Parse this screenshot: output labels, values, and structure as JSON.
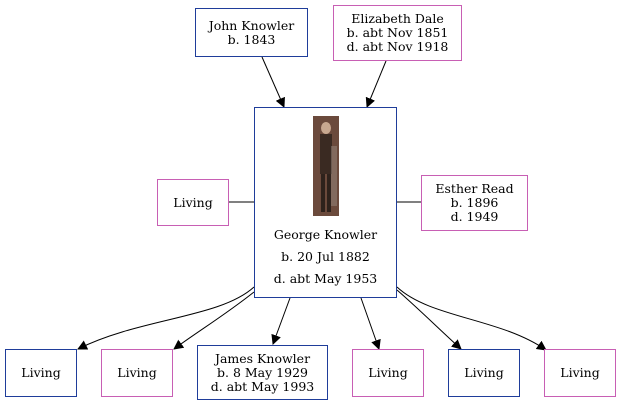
{
  "parents": {
    "father": {
      "name": "John Knowler",
      "birth": "b. 1843"
    },
    "mother": {
      "name": "Elizabeth Dale",
      "birth": "b. abt Nov 1851",
      "death": "d. abt Nov 1918"
    }
  },
  "subject": {
    "name": "George Knowler",
    "birth": "b. 20 Jul 1882",
    "death": "d. abt May 1953"
  },
  "spouses": [
    {
      "name": "Living"
    },
    {
      "name": "Esther Read",
      "birth": "b. 1896",
      "death": "d. 1949"
    }
  ],
  "children": [
    {
      "name": "Living"
    },
    {
      "name": "Living"
    },
    {
      "name": "James Knowler",
      "birth": "b. 8 May 1929",
      "death": "d. abt May 1993"
    },
    {
      "name": "Living"
    },
    {
      "name": "Living"
    },
    {
      "name": "Living"
    }
  ],
  "colors": {
    "male_border": "#1f3d9a",
    "female_border": "#c85fb4",
    "edge": "#000000"
  }
}
